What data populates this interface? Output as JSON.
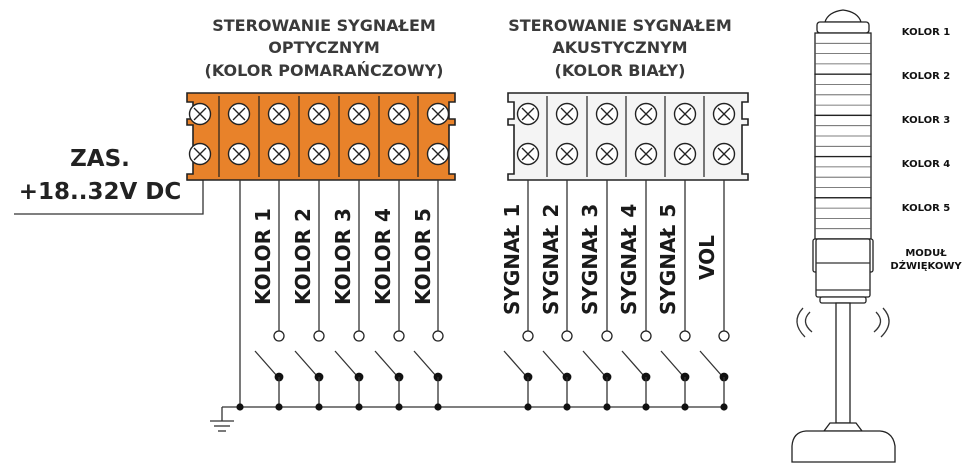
{
  "optical": {
    "title_lines": [
      "STEROWANIE SYGNAŁEM",
      "OPTYCZNYM",
      "(KOLOR POMARAŃCZOWY)"
    ],
    "color": "#e8822a",
    "outputs": [
      "KOLOR 1",
      "KOLOR 2",
      "KOLOR 3",
      "KOLOR 4",
      "KOLOR 5"
    ]
  },
  "acoustic": {
    "title_lines": [
      "STEROWANIE SYGNAŁEM",
      "AKUSTYCZNYM",
      "(KOLOR BIAŁY)"
    ],
    "color": "#f4f4f4",
    "outputs": [
      "SYGNAŁ 1",
      "SYGNAŁ 2",
      "SYGNAŁ 3",
      "SYGNAŁ 4",
      "SYGNAŁ 5",
      "VOL"
    ]
  },
  "power": {
    "line1": "ZAS.",
    "line2": "+18..32V DC"
  },
  "tower": {
    "segments": [
      "KOLOR 1",
      "KOLOR 2",
      "KOLOR 3",
      "KOLOR 4",
      "KOLOR 5"
    ],
    "module_lines": [
      "MODUŁ",
      "DŹWIĘKOWY"
    ]
  },
  "icons": [
    "screw-terminal-icon",
    "switch-icon",
    "ground-icon",
    "sound-wave-icon"
  ]
}
